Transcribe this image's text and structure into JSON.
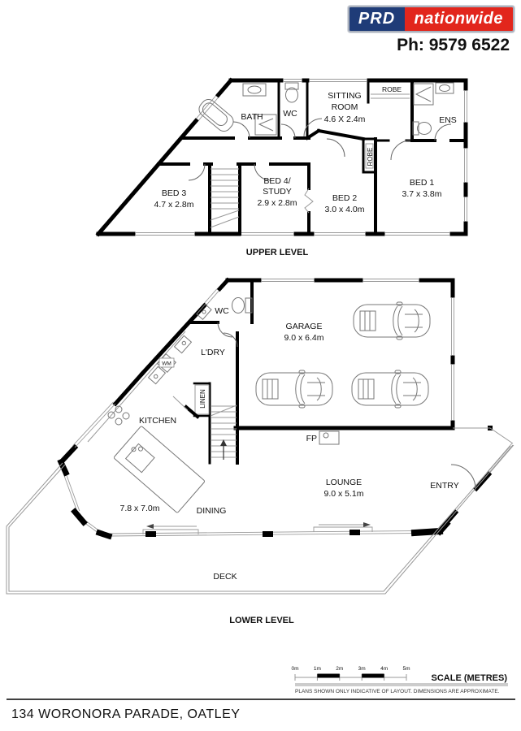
{
  "header": {
    "logo_prd": "PRD",
    "logo_nationwide": "nationwide",
    "phone": "Ph: 9579 6522",
    "colors": {
      "navy": "#1f3c78",
      "red": "#e2261c"
    }
  },
  "upper": {
    "label": "UPPER LEVEL",
    "bath": "BATH",
    "wc": "WC",
    "sitting_line1": "SITTING",
    "sitting_line2": "ROOM",
    "sitting_dim": "4.6 X 2.4m",
    "robe_top": "ROBE",
    "ens": "ENS",
    "robe_bed": "ROBE",
    "bed3": "BED 3",
    "bed3_dim": "4.7 x 2.8m",
    "bed4_line1": "BED 4/",
    "bed4_line2": "STUDY",
    "bed4_dim": "2.9 x 2.8m",
    "bed2": "BED 2",
    "bed2_dim": "3.0 x 4.0m",
    "bed1": "BED 1",
    "bed1_dim": "3.7 x 3.8m"
  },
  "lower": {
    "label": "LOWER LEVEL",
    "wc": "WC",
    "ldry": "L'DRY",
    "linen": "LINEN",
    "wm": "WM",
    "kitchen": "KITCHEN",
    "kitchen_dim": "7.8 x 7.0m",
    "garage": "GARAGE",
    "garage_dim": "9.0 x 6.4m",
    "fp": "FP",
    "lounge": "LOUNGE",
    "lounge_dim": "9.0 x 5.1m",
    "entry": "ENTRY",
    "dining": "DINING",
    "deck": "DECK"
  },
  "scale": {
    "ticks": [
      "0m",
      "1m",
      "2m",
      "3m",
      "4m",
      "5m"
    ],
    "label": "SCALE (METRES)",
    "disclaimer": "PLANS SHOWN ONLY INDICATIVE OF LAYOUT.  DIMENSIONS ARE APPROXIMATE."
  },
  "footer": {
    "address": "134 WORONORA PARADE, OATLEY"
  }
}
